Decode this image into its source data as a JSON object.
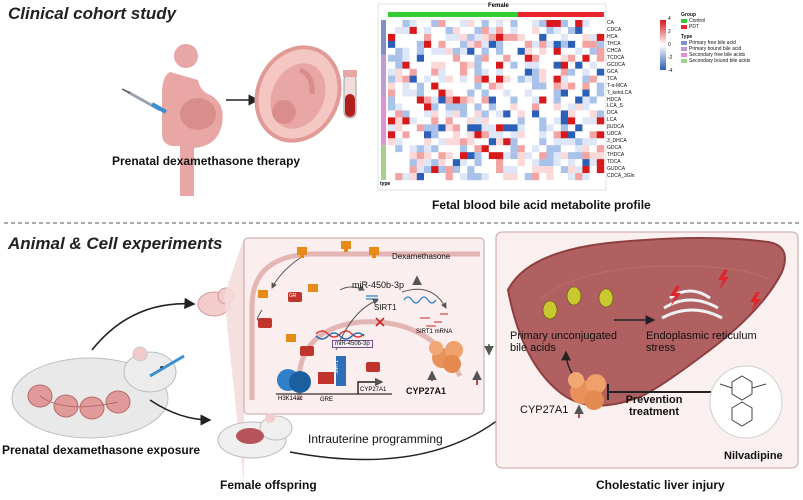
{
  "section1": {
    "title": "Clinical cohort study",
    "therapy_label": "Prenatal dexamethasone therapy",
    "profile_label": "Fetal blood bile acid metabolite profile"
  },
  "heatmap": {
    "header": "Female",
    "row_labels": [
      "CA",
      "CDCA",
      "HCA",
      "THCA",
      "CHCA",
      "TCDCA",
      "GCDCA",
      "GCA",
      "TCA",
      "T-α-MCA",
      "7_ketoLCA",
      "HDCA",
      "LCA_S",
      "DCA",
      "LCA",
      "βUDCA",
      "UDCA",
      "3_DHCA",
      "GDCA",
      "THDCA",
      "TDCA",
      "GUDCA",
      "CDCA_3Gln"
    ],
    "type_footer": "type",
    "scale_ticks": [
      "4",
      "2",
      "0",
      "-2",
      "-4"
    ],
    "legend_group_title": "Group",
    "legend_group": [
      {
        "label": "Control",
        "color": "#33cc33"
      },
      {
        "label": "PDT",
        "color": "#e8262c"
      }
    ],
    "legend_type_title": "Type",
    "legend_type": [
      {
        "label": "Primary free bile acid",
        "color": "#7f8fc8"
      },
      {
        "label": "Primary bound bile acid",
        "color": "#c39bd3"
      },
      {
        "label": "Secondary free bile acids",
        "color": "#e58fd3"
      },
      {
        "label": "Secondary bound bile acids",
        "color": "#a8d08d"
      }
    ]
  },
  "section2": {
    "title": "Animal & Cell experiments",
    "exposure_label": "Prenatal dexamethasone exposure",
    "offspring_label": "Female offspring",
    "programming_label": "Intrauterine programming"
  },
  "cell": {
    "dexamethasone": "Dexamethasone",
    "mir": "miR-450b-3p",
    "sirt1": "SIRT1",
    "gr": "GR",
    "mir_box": "miR-450b-3p",
    "sirt1_mrna": "SIRT1 mRNA",
    "h3k14ac": "H3K14ac",
    "gre": "GRE",
    "sirt1_vertical": "SIRT1",
    "cyp_gene": "CYP27A1",
    "cyp_protein": "CYP27A1"
  },
  "liver": {
    "bile_acids": "Primary unconjugated bile acids",
    "er_stress": "Endoplasmic reticulum stress",
    "cyp": "CYP27A1",
    "prevention": "Prevention treatment",
    "drug": "Nilvadipine",
    "injury": "Cholestatic liver injury"
  }
}
